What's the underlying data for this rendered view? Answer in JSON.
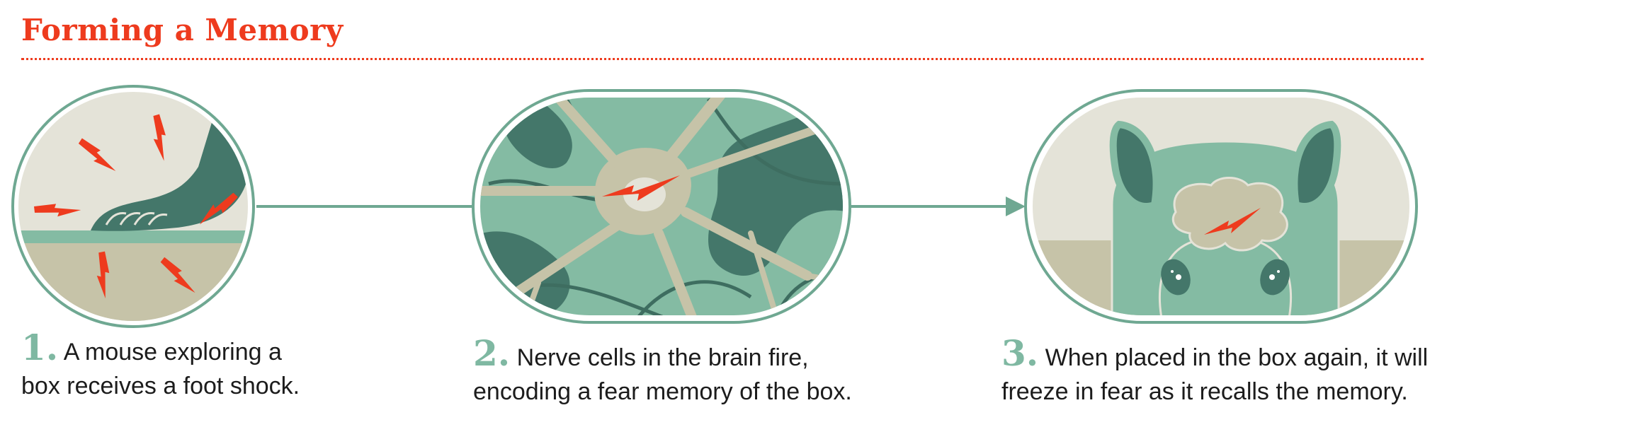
{
  "title": "Forming a Memory",
  "steps": [
    {
      "number": "1",
      "line1": "A mouse exploring a",
      "line2": "box receives a foot shock."
    },
    {
      "number": "2",
      "line1": "Nerve cells in the brain fire,",
      "line2": "encoding a fear memory of the box."
    },
    {
      "number": "3",
      "line1": "When placed in the box again, it will",
      "line2": "freeze in fear as it recalls the memory."
    }
  ],
  "colors": {
    "accent": "#ee3b1e",
    "teal_dark": "#44776a",
    "teal_mid": "#84bba3",
    "teal_outline": "#6fa892",
    "beige": "#c6c3a8",
    "light": "#e4e3d8"
  }
}
